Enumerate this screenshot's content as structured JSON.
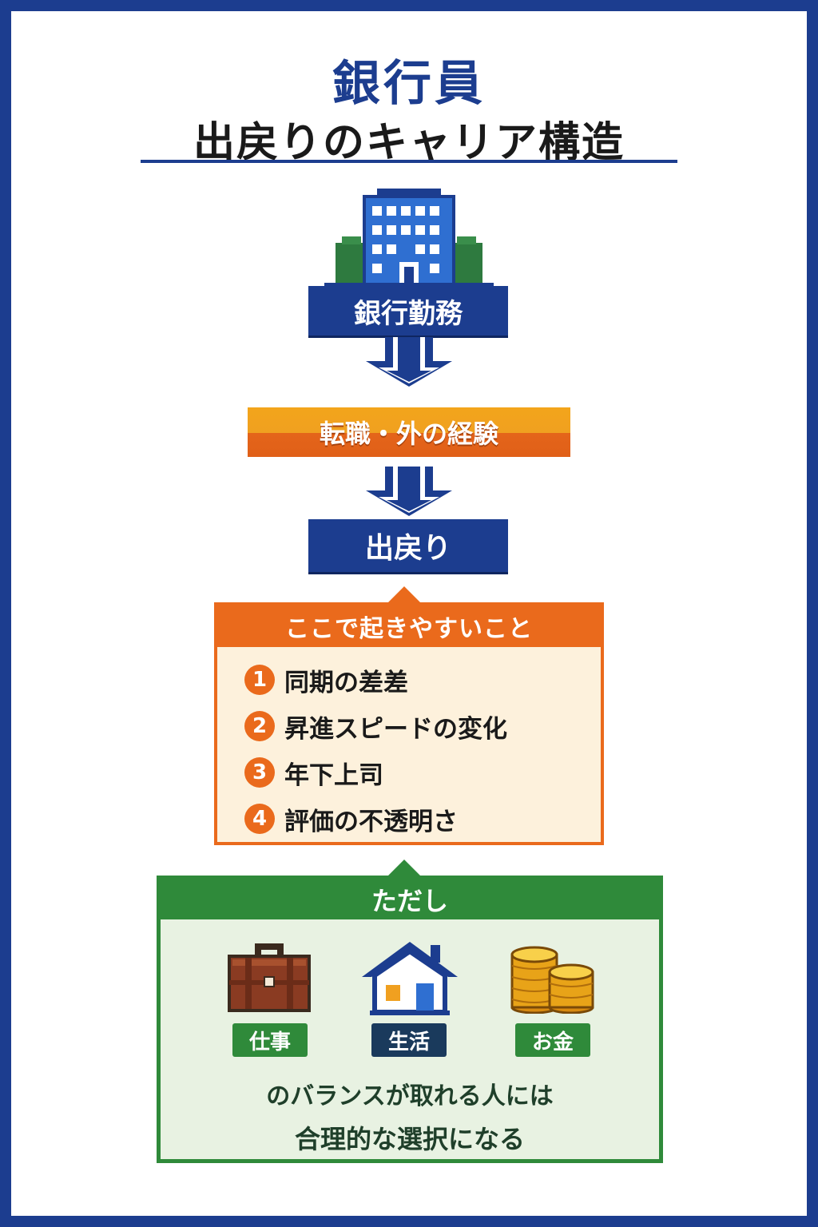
{
  "title": {
    "line1": "銀行員",
    "line2": "出戻りのキャリア構造"
  },
  "flow": {
    "bank": "銀行勤務",
    "experience": "転職・外の経験",
    "return": "出戻り"
  },
  "issues": {
    "header": "ここで起きやすいこと",
    "items": [
      {
        "num": "1",
        "text": "同期の差差"
      },
      {
        "num": "2",
        "text": "昇進スピードの変化"
      },
      {
        "num": "3",
        "text": "年下上司"
      },
      {
        "num": "4",
        "text": "評価の不透明さ"
      }
    ]
  },
  "however": {
    "header": "ただし",
    "tags": [
      "仕事",
      "生活",
      "お金"
    ],
    "line1": "のバランスが取れる人には",
    "line2": "合理的な選択になる"
  },
  "icons": {
    "building": "office-building-icon",
    "arrow": "down-arrow-icon",
    "work": "briefcase-icon",
    "life": "house-icon",
    "money": "coins-icon"
  },
  "colors": {
    "navy": "#1c3d8f",
    "orange": "#ea6a1c",
    "green": "#2f8a3a"
  }
}
